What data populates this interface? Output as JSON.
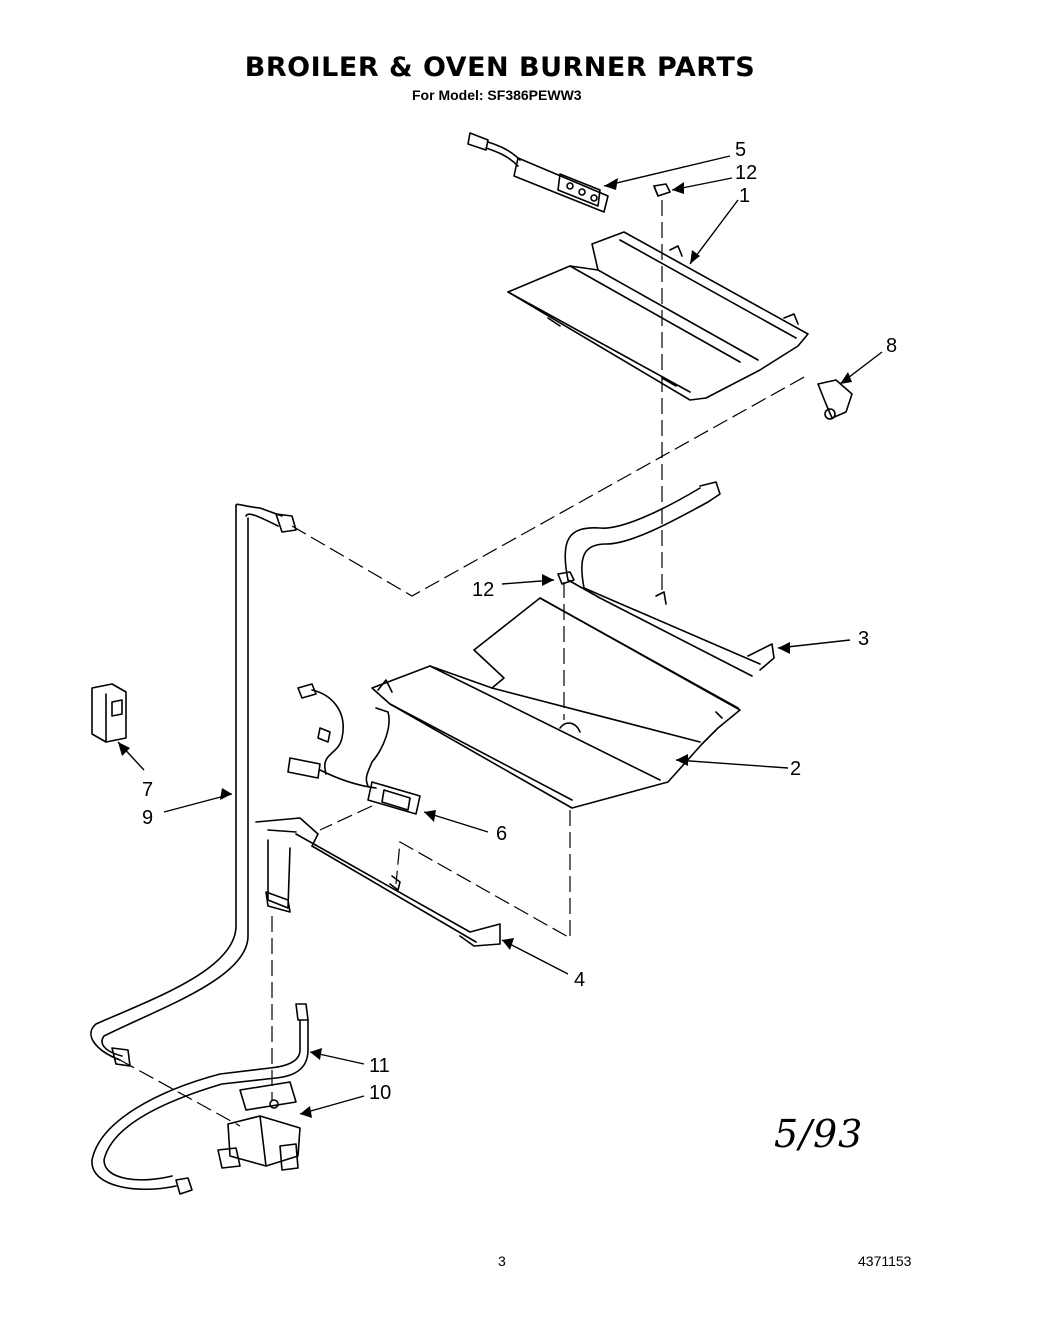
{
  "header": {
    "title": "BROILER & OVEN BURNER PARTS",
    "model": "For Model: SF386PEWW3"
  },
  "footer": {
    "page_number": "3",
    "doc_number": "4371153"
  },
  "annotation": {
    "date_handwritten": "5/93"
  },
  "callouts": {
    "c5": "5",
    "c12a": "12",
    "c1": "1",
    "c8": "8",
    "c12b": "12",
    "c3": "3",
    "c2": "2",
    "c7": "7",
    "c9": "9",
    "c6": "6",
    "c4": "4",
    "c11": "11",
    "c10": "10"
  }
}
